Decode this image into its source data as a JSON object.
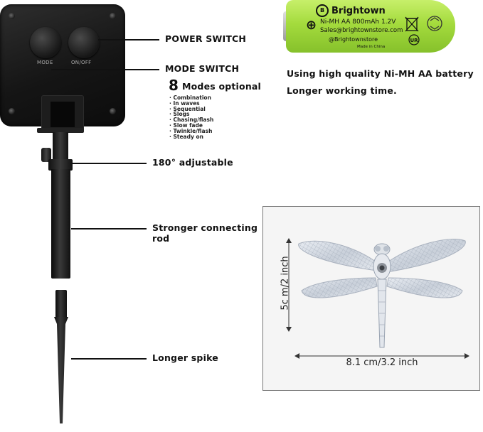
{
  "panel": {
    "mode_label": "MODE",
    "onoff_label": "ON/OFF"
  },
  "labels": {
    "power_switch": "POWER SWITCH",
    "mode_switch": "MODE SWITCH",
    "modes_number": "8",
    "modes_text": "Modes optional",
    "modes": [
      "Combination",
      "In waves",
      "Sequential",
      "Slogs",
      "Chasing/flash",
      "Slow fade",
      "Twinkle/flash",
      "Steady on"
    ],
    "adjustable": "180° adjustable",
    "rod_line1": "Stronger connecting",
    "rod_line2": "rod",
    "spike": "Longer spike"
  },
  "battery": {
    "brand": "Brightown",
    "spec": "Ni-MH AA 800mAh 1.2V",
    "email": "Sales@brightownstore.com",
    "handle": "@Brightownstore",
    "made": "Made in China",
    "color": "#a4db3d"
  },
  "battery_caption": {
    "line1": "Using high quality Ni-MH AA battery",
    "line2": "Longer working time."
  },
  "dimensions": {
    "height": "5c m/2 inch",
    "width": "8.1 cm/3.2 inch"
  }
}
